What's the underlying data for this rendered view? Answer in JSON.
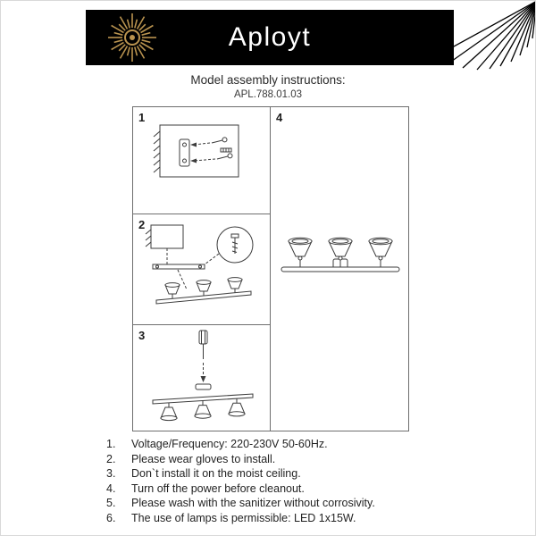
{
  "header": {
    "brand": "Aployt"
  },
  "title": {
    "heading": "Model assembly instructions:",
    "model": "APL.788.01.03"
  },
  "steps": [
    {
      "number": "1"
    },
    {
      "number": "2"
    },
    {
      "number": "3"
    },
    {
      "number": "4"
    }
  ],
  "instructions": [
    {
      "num": "1.",
      "text": "Voltage/Frequency: 220-230V 50-60Hz."
    },
    {
      "num": "2.",
      "text": "Please wear gloves to install."
    },
    {
      "num": "3.",
      "text": "Don`t install it on the moist ceiling."
    },
    {
      "num": "4.",
      "text": "Turn off the power before cleanout."
    },
    {
      "num": "5.",
      "text": "Please wash with the sanitizer without corrosivity."
    },
    {
      "num": "6.",
      "text": "The use of lamps is permissible: LED 1x15W."
    }
  ],
  "colors": {
    "banner_bg": "#000000",
    "brand_text": "#ffffff",
    "logo_gold": "#b9934f",
    "line_art": "#3c3c3c"
  }
}
